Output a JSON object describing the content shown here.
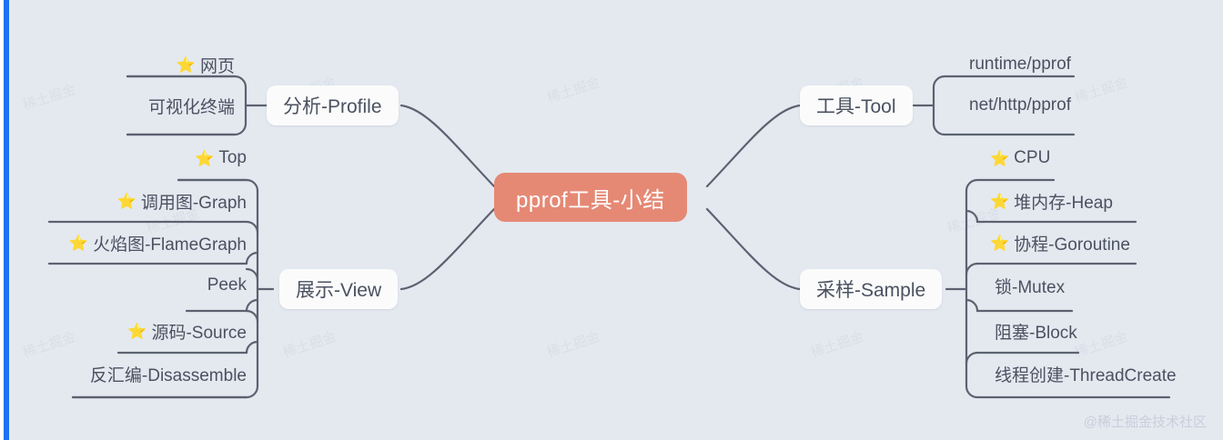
{
  "canvas": {
    "background_color": "#e4e9f0",
    "accent_bar_color": "#1b72f2",
    "link_color": "#5b6270"
  },
  "center": {
    "label": "pprof工具-小结",
    "bg_color": "#e58975",
    "text_color": "#ffffff"
  },
  "branches": [
    {
      "id": "profile",
      "label": "分析-Profile",
      "side": "left",
      "children": [
        {
          "label": "网页",
          "star": "⭐"
        },
        {
          "label": "可视化终端",
          "star": ""
        }
      ]
    },
    {
      "id": "view",
      "label": "展示-View",
      "side": "left",
      "children": [
        {
          "label": "Top",
          "star": "⭐"
        },
        {
          "label": "调用图-Graph",
          "star": "⭐"
        },
        {
          "label": "火焰图-FlameGraph",
          "star": "⭐"
        },
        {
          "label": "Peek",
          "star": ""
        },
        {
          "label": "源码-Source",
          "star": "⭐"
        },
        {
          "label": "反汇编-Disassemble",
          "star": ""
        }
      ]
    },
    {
      "id": "tool",
      "label": "工具-Tool",
      "side": "right",
      "children": [
        {
          "label": "runtime/pprof",
          "star": ""
        },
        {
          "label": "net/http/pprof",
          "star": ""
        }
      ]
    },
    {
      "id": "sample",
      "label": "采样-Sample",
      "side": "right",
      "children": [
        {
          "label": "CPU",
          "star": "⭐"
        },
        {
          "label": "堆内存-Heap",
          "star": "⭐"
        },
        {
          "label": "协程-Goroutine",
          "star": "⭐"
        },
        {
          "label": "锁-Mutex",
          "star": ""
        },
        {
          "label": "阻塞-Block",
          "star": ""
        },
        {
          "label": "线程创建-ThreadCreate",
          "star": ""
        }
      ]
    }
  ],
  "watermarks": {
    "corner": "@稀土掘金技术社区",
    "tiled": "稀土掘金"
  }
}
